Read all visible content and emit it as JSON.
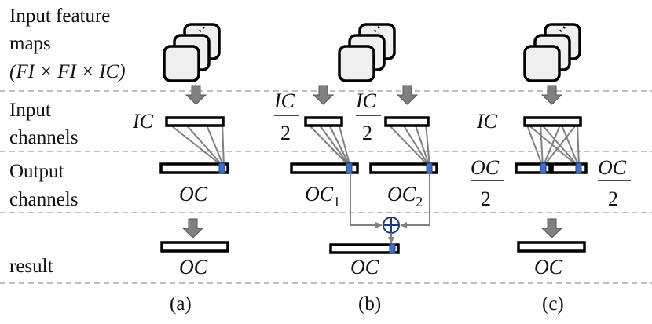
{
  "row_labels": {
    "input_feature_maps_line1": "Input feature",
    "input_feature_maps_line2": "maps",
    "input_feature_maps_line3": "(FI × FI × IC)",
    "input_channels_line1": "Input",
    "input_channels_line2": "channels",
    "output_channels_line1": "Output",
    "output_channels_line2": "channels",
    "result": "result"
  },
  "panel_a": {
    "input_label": "IC",
    "output_label": "OC",
    "result_label": "OC",
    "caption": "(a)"
  },
  "panel_b": {
    "input_label_1_num": "IC",
    "input_label_1_den": "2",
    "input_label_2_num": "IC",
    "input_label_2_den": "2",
    "output_label_1": "OC",
    "output_label_1_sub": "1",
    "output_label_2": "OC",
    "output_label_2_sub": "2",
    "sum_symbol": "⊕",
    "result_label": "OC",
    "caption": "(b)"
  },
  "panel_c": {
    "input_label": "IC",
    "output_label_1_num": "OC",
    "output_label_1_den": "2",
    "output_label_2_num": "OC",
    "output_label_2_den": "2",
    "result_label": "OC",
    "caption": "(c)"
  },
  "colors": {
    "highlight": "#3f6fc4",
    "connector": "#808080",
    "divider": "#9a9a9a"
  },
  "icons": [
    "feature-map-stack-icon",
    "down-arrow-icon",
    "sum-icon"
  ]
}
